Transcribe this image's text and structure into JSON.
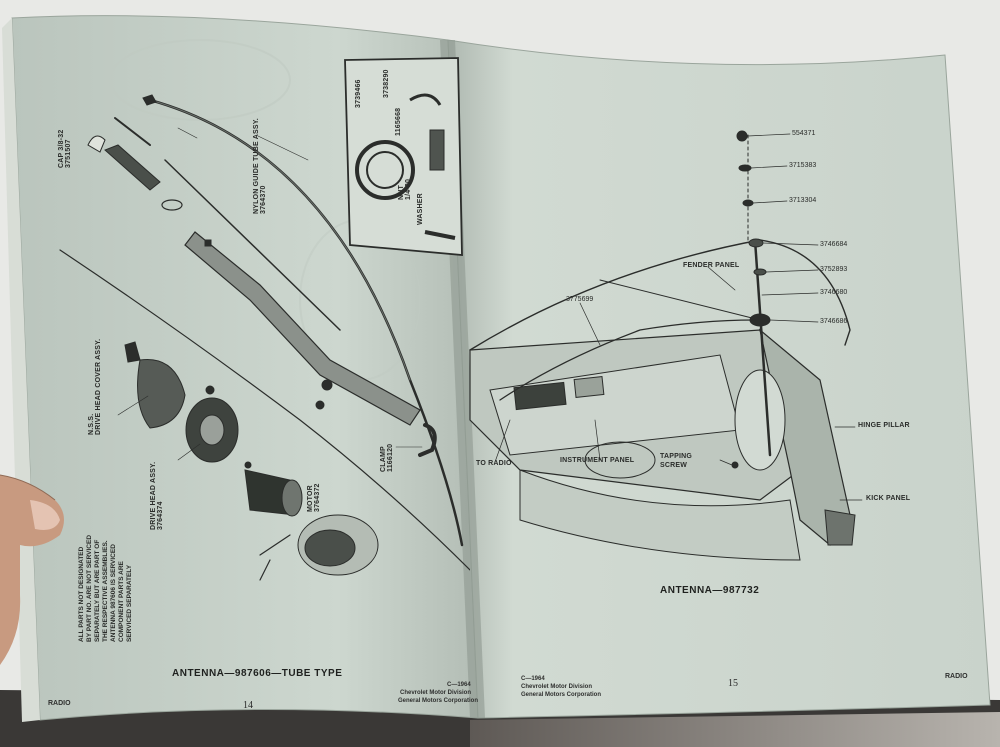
{
  "left_page": {
    "caption": "ANTENNA—987606—TUBE TYPE",
    "footer_left": "RADIO",
    "page_number": "14",
    "footer_corp": [
      "Chevrolet Motor Division",
      "General Motors Corporation"
    ],
    "footer_code": "C—1964",
    "labels": {
      "cap": [
        "CAP 3/8-32",
        "3751507"
      ],
      "nylon_tube": [
        "NYLON GUIDE TUBE ASSY.",
        "3764370"
      ],
      "inset_top": [
        "3739466",
        "3738290",
        "1165668"
      ],
      "inset_nut": [
        "NUT",
        "1/4-20"
      ],
      "inset_washer": "WASHER",
      "drive_head_cover": [
        "N.S.S.",
        "DRIVE HEAD COVER ASSY."
      ],
      "drive_head": [
        "DRIVE HEAD ASSY.",
        "3764374"
      ],
      "motor": [
        "MOTOR",
        "3764372"
      ],
      "clamp": [
        "CLAMP",
        "1166120"
      ]
    },
    "note_lines": [
      "ALL PARTS NOT DESIGNATED",
      "BY PART NO. ARE NOT SERVICED",
      "SEPARATELY BUT ARE PART OF",
      "THE RESPECTIVE ASSEMBLIES.",
      "ANTENNA 987606 IS SERVICED",
      "COMPONENT PARTS ARE",
      "SERVICED SEPARATELY"
    ]
  },
  "right_page": {
    "caption": "ANTENNA—987732",
    "page_number": "15",
    "footer_right": "RADIO",
    "footer_code": "C—1964",
    "footer_corp": [
      "Chevrolet Motor Division",
      "General Motors Corporation"
    ],
    "part_numbers": [
      "554371",
      "3715383",
      "3713304",
      "3746684",
      "3752893",
      "3746680",
      "3746686",
      "3775699"
    ],
    "labels": {
      "fender_panel": "FENDER PANEL",
      "hinge_pillar": "HINGE PILLAR",
      "kick_panel": "KICK PANEL",
      "to_radio": "TO RADIO",
      "instrument_panel": "INSTRUMENT PANEL",
      "tapping_screw": [
        "TAPPING",
        "SCREW"
      ]
    }
  },
  "colors": {
    "background": "#e8e9e6",
    "paper_left": "#c9d3cb",
    "paper_right": "#d0d9d1",
    "ink": "#2a2c2a",
    "book_cover": "#3a3836",
    "skin": "#c89a80"
  }
}
